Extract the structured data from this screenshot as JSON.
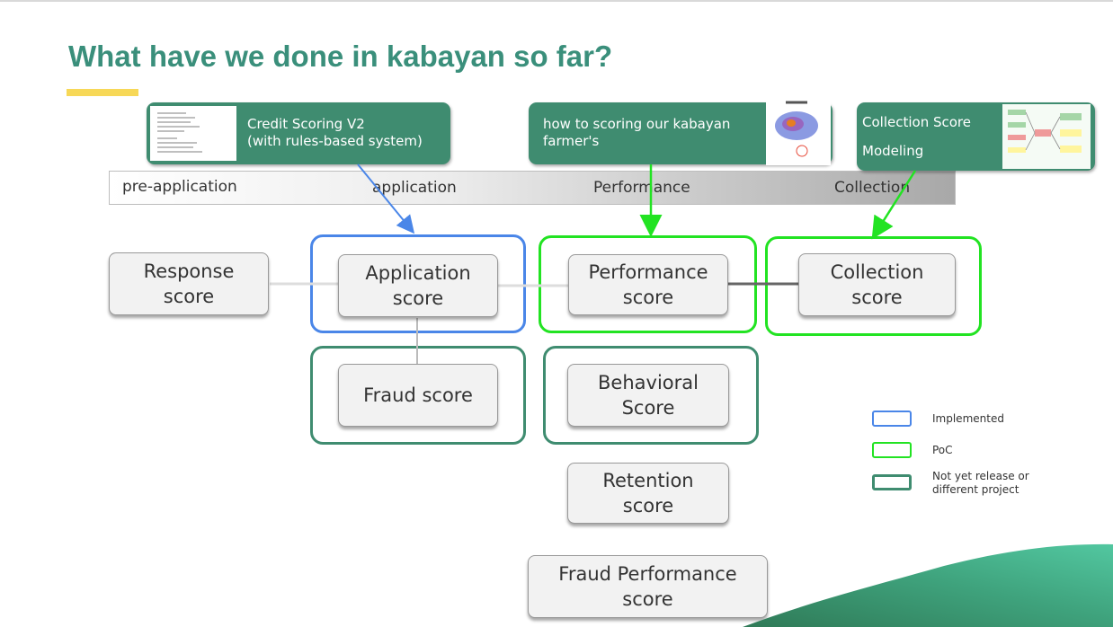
{
  "slide": {
    "title": "What have we done in kabayan so far?"
  },
  "colors": {
    "title": "#3a8f7b",
    "accent_underline": "#f7d857",
    "implemented": "#4a86e8",
    "poc": "#22e322",
    "not_yet": "#3f8c70",
    "card_bg": "#3f8c70"
  },
  "stages": [
    "pre-application",
    "application",
    "Performance",
    "Collection"
  ],
  "cards": [
    {
      "line1": "Credit Scoring V2",
      "line2": "(with rules-based system)"
    },
    {
      "line1": "how to scoring our kabayan",
      "line2": "farmer's"
    },
    {
      "line1": "Collection Score",
      "line2": "Modeling"
    }
  ],
  "scores": {
    "response": [
      "Response",
      "score"
    ],
    "application": [
      "Application",
      "score"
    ],
    "performance": [
      "Performance",
      "score"
    ],
    "collection": [
      "Collection",
      "score"
    ],
    "fraud": [
      "Fraud score"
    ],
    "behavioral": [
      "Behavioral",
      "Score"
    ],
    "retention": [
      "Retention",
      "score"
    ],
    "fraud_performance": [
      "Fraud Performance",
      "score"
    ]
  },
  "legend": [
    {
      "label": "Implemented",
      "icon": "blue-outline-swatch"
    },
    {
      "label": "PoC",
      "icon": "green-outline-swatch"
    },
    {
      "label_line1": "Not yet release or",
      "label_line2": "different project",
      "icon": "teal-outline-swatch"
    }
  ]
}
